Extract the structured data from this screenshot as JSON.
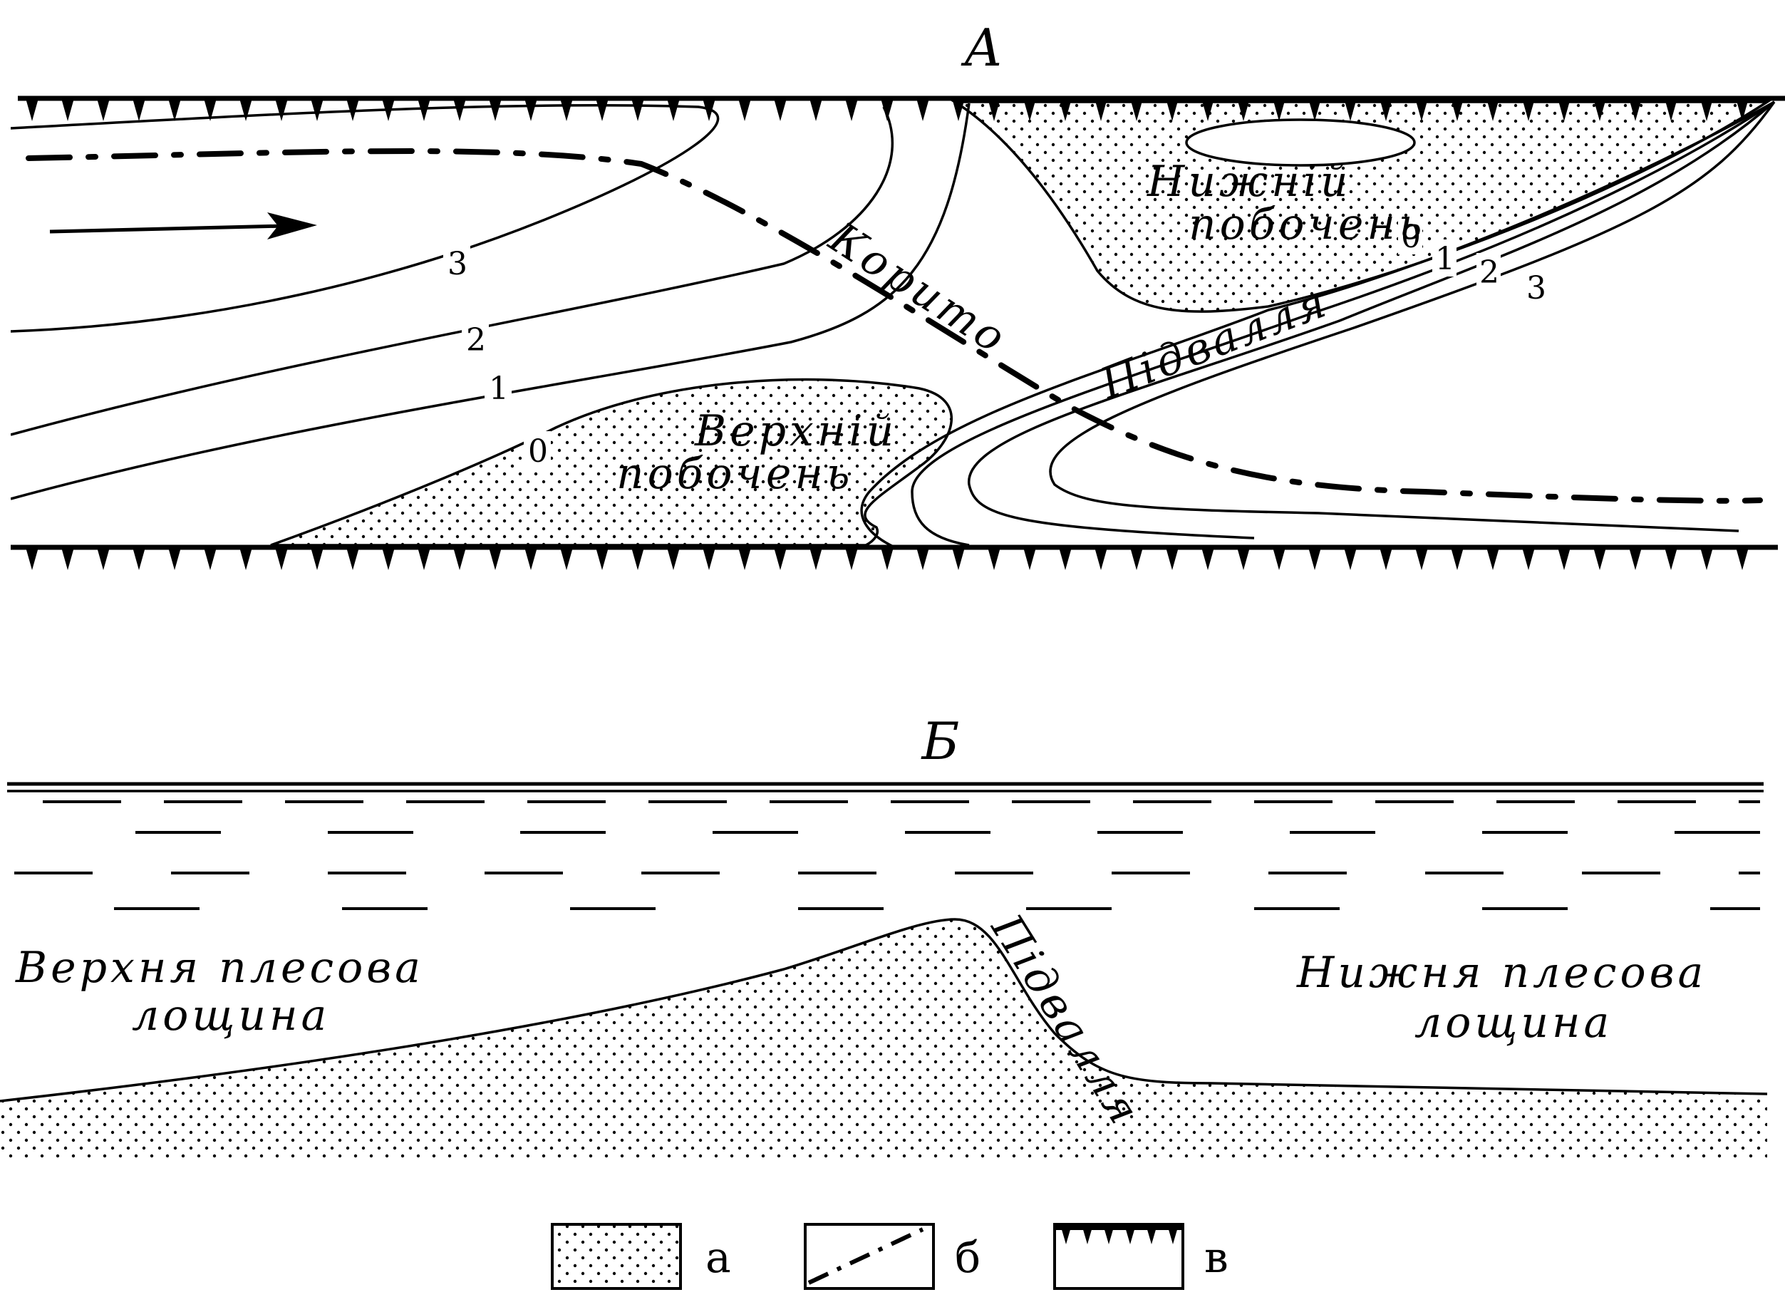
{
  "figure": {
    "panel_a": {
      "title": "А",
      "labels": {
        "lower_bar": [
          "Нижній",
          "побочень"
        ],
        "upper_bar": [
          "Верхній",
          "побочень"
        ],
        "channel": "Корито",
        "riffle_slope": "Підвалля"
      },
      "isobaths": [
        "0",
        "1",
        "2",
        "3"
      ]
    },
    "panel_b": {
      "title": "Б",
      "labels": {
        "upper_pool": [
          "Верхня плесова",
          "лощина"
        ],
        "lower_pool": [
          "Нижня плесова",
          "лощина"
        ],
        "riffle_slope": "Підвалля"
      }
    },
    "legend": [
      {
        "symbol": "sand-stipple",
        "label": "а"
      },
      {
        "symbol": "thalweg-line",
        "label": "б"
      },
      {
        "symbol": "bank-line",
        "label": "в"
      }
    ]
  }
}
